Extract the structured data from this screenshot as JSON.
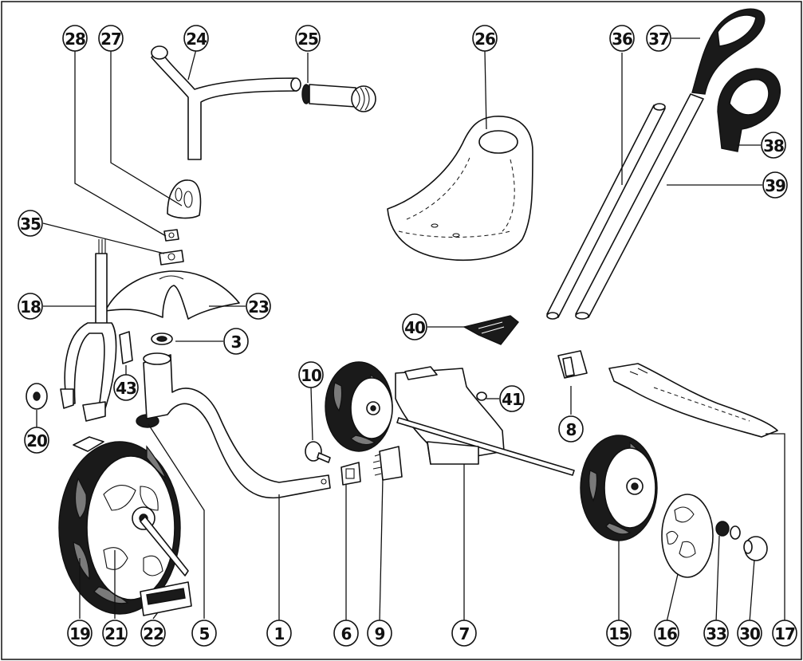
{
  "diagram": {
    "type": "exploded-parts-view",
    "callouts": [
      {
        "id": "28",
        "label": "28"
      },
      {
        "id": "27",
        "label": "27"
      },
      {
        "id": "24",
        "label": "24"
      },
      {
        "id": "25",
        "label": "25"
      },
      {
        "id": "26",
        "label": "26"
      },
      {
        "id": "36",
        "label": "36"
      },
      {
        "id": "37",
        "label": "37"
      },
      {
        "id": "38",
        "label": "38"
      },
      {
        "id": "39",
        "label": "39"
      },
      {
        "id": "35",
        "label": "35"
      },
      {
        "id": "18",
        "label": "18"
      },
      {
        "id": "23",
        "label": "23"
      },
      {
        "id": "3",
        "label": "3"
      },
      {
        "id": "40",
        "label": "40"
      },
      {
        "id": "10",
        "label": "10"
      },
      {
        "id": "41",
        "label": "41"
      },
      {
        "id": "8",
        "label": "8"
      },
      {
        "id": "43",
        "label": "43"
      },
      {
        "id": "20",
        "label": "20"
      },
      {
        "id": "19",
        "label": "19"
      },
      {
        "id": "21",
        "label": "21"
      },
      {
        "id": "22",
        "label": "22"
      },
      {
        "id": "5",
        "label": "5"
      },
      {
        "id": "1",
        "label": "1"
      },
      {
        "id": "6",
        "label": "6"
      },
      {
        "id": "9",
        "label": "9"
      },
      {
        "id": "7",
        "label": "7"
      },
      {
        "id": "15",
        "label": "15"
      },
      {
        "id": "16",
        "label": "16"
      },
      {
        "id": "33",
        "label": "33"
      },
      {
        "id": "30",
        "label": "30"
      },
      {
        "id": "17",
        "label": "17"
      }
    ]
  },
  "colors": {
    "line": "#111111",
    "tire": "#1a1a1a",
    "tread": "#7a7a7a",
    "background": "#ffffff"
  }
}
